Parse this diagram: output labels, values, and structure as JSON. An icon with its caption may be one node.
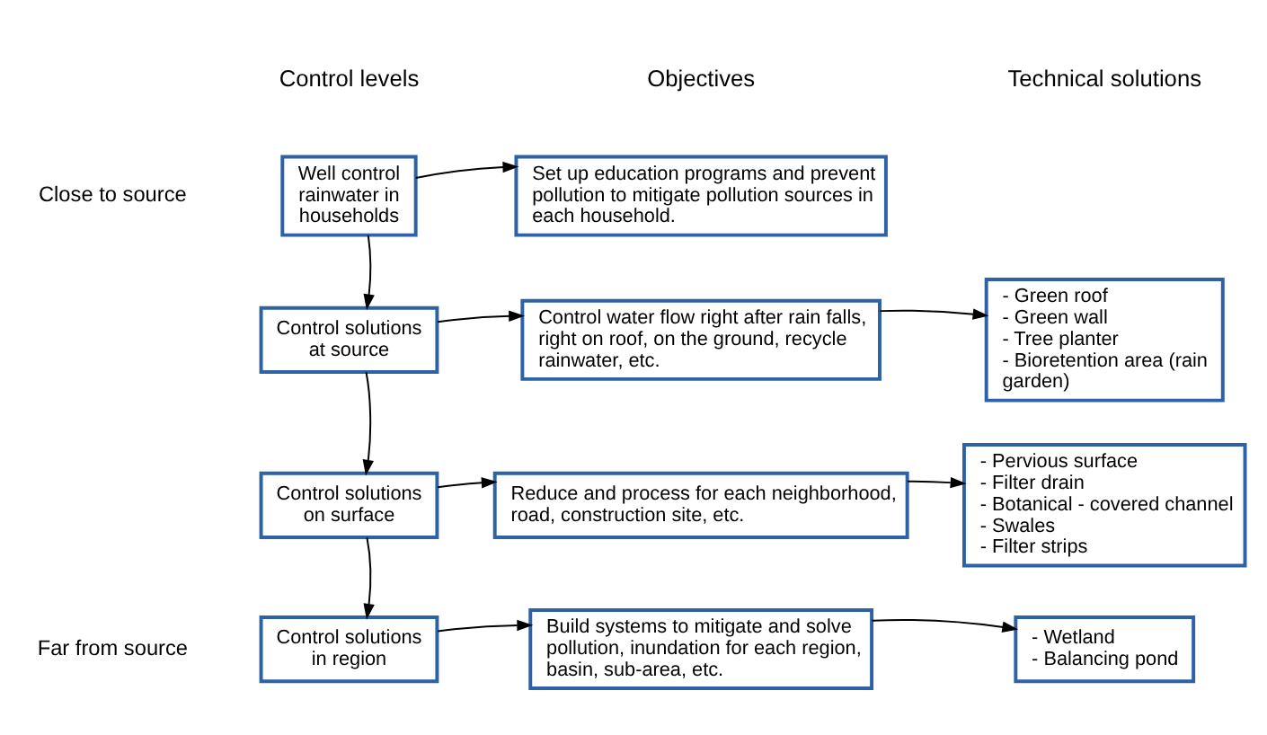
{
  "diagram": {
    "nodes": [
      {
        "text": [
          "Well control rainwater in households"
        ]
      },
      {
        "text": [
          "Set up education programs and prevent pollution to mitigate pollution sources in each household."
        ]
      },
      {
        "text": [
          "Control solutions at source"
        ]
      },
      {
        "text": [
          "Control water flow right after rain falls, right on roof, on the ground, recycle rainwater, etc."
        ]
      },
      {
        "text": [
          "- Green roof",
          "- Green wall",
          "- Tree planter",
          "- Bioretention area (rain garden)"
        ]
      },
      {
        "text": [
          "Control solutions on surface"
        ]
      },
      {
        "text": [
          "Reduce and process for each neighborhood, road, construction site, etc."
        ]
      },
      {
        "text": [
          "- Pervious surface",
          "- Filter drain",
          "- Botanical - covered channel",
          "- Swales",
          "- Filter strips"
        ]
      },
      {
        "text": [
          "Control solutions in region"
        ]
      },
      {
        "text": [
          "Build systems to mitigate and solve pollution, inundation for each region, basin, sub-area, etc."
        ]
      },
      {
        "text": [
          "- Wetland",
          "- Balancing pond"
        ]
      }
    ],
    "edges": [
      {
        "from": 0,
        "to": 1,
        "arrow": "to"
      },
      {
        "from": 0,
        "to": 2,
        "arrow": "to"
      },
      {
        "from": 2,
        "to": 3,
        "arrow": "to"
      },
      {
        "from": 3,
        "to": 4,
        "arrow": "to"
      },
      {
        "from": 2,
        "to": 5,
        "arrow": "to"
      },
      {
        "from": 5,
        "to": 6,
        "arrow": "to"
      },
      {
        "from": 6,
        "to": 7,
        "arrow": "to"
      },
      {
        "from": 5,
        "to": 8,
        "arrow": "to"
      },
      {
        "from": 8,
        "to": 9,
        "arrow": "to"
      },
      {
        "from": 9,
        "to": 10,
        "arrow": "to"
      }
    ],
    "labels": [
      "Control levels",
      "Objectives",
      "Technical solutions",
      "Close to source",
      "Far from source"
    ]
  }
}
